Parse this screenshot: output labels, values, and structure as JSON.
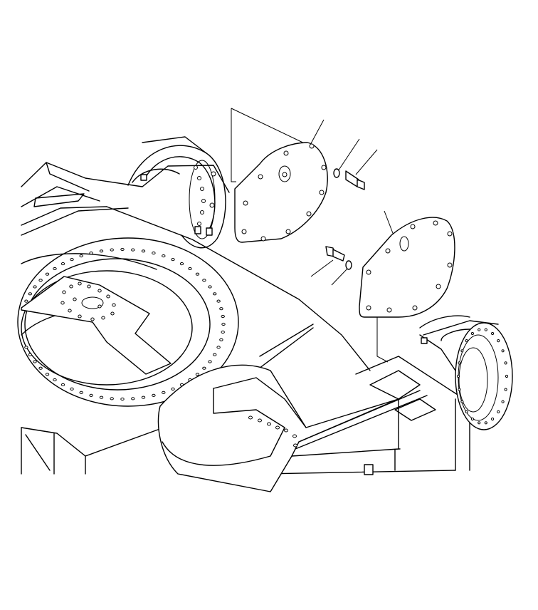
{
  "drawing": {
    "type": "exploded-parts-view",
    "line_color": "#000000",
    "background": "#ffffff",
    "parts": [
      {
        "name": "upper-cover-plate",
        "icon": "cover-plate-icon"
      },
      {
        "name": "upper-lock-washer",
        "icon": "washer-icon"
      },
      {
        "name": "upper-bolt",
        "icon": "bolt-icon"
      },
      {
        "name": "lower-cover-plate",
        "icon": "cover-plate-icon"
      },
      {
        "name": "lower-lock-washer",
        "icon": "washer-icon"
      },
      {
        "name": "lower-bolt",
        "icon": "bolt-icon"
      }
    ]
  }
}
